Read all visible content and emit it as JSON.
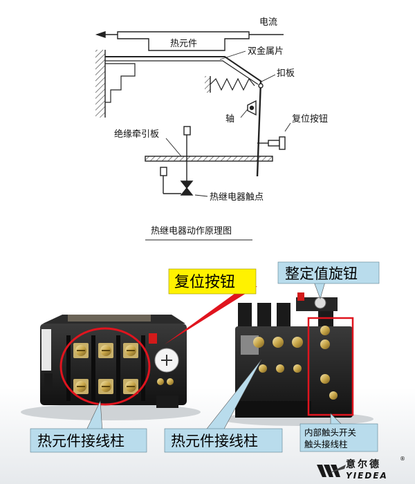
{
  "diagram": {
    "labels": {
      "current": "电流",
      "thermal_element": "热元件",
      "bimetal": "双金属片",
      "buckle_plate": "扣板",
      "shaft": "轴",
      "reset_button": "复位按钮",
      "insulating_plate": "绝缘牵引板",
      "contact": "热继电器触点"
    },
    "caption": "热继电器动作原理图"
  },
  "photo": {
    "callouts": {
      "reset_button": "复位按钮",
      "setting_knob": "整定值旋钮",
      "terminal_left": "热元件接线柱",
      "terminal_right": "热元件接线柱",
      "internal_contact": "内部触头开关\n触头接线柱"
    },
    "colors": {
      "callout_blue": "#b9dcec",
      "callout_yellow": "#fff200",
      "highlight_red": "#e0141e"
    }
  },
  "brand": {
    "name_cn": "意尔德",
    "name_en": "YIEDEA",
    "registered": "®"
  }
}
